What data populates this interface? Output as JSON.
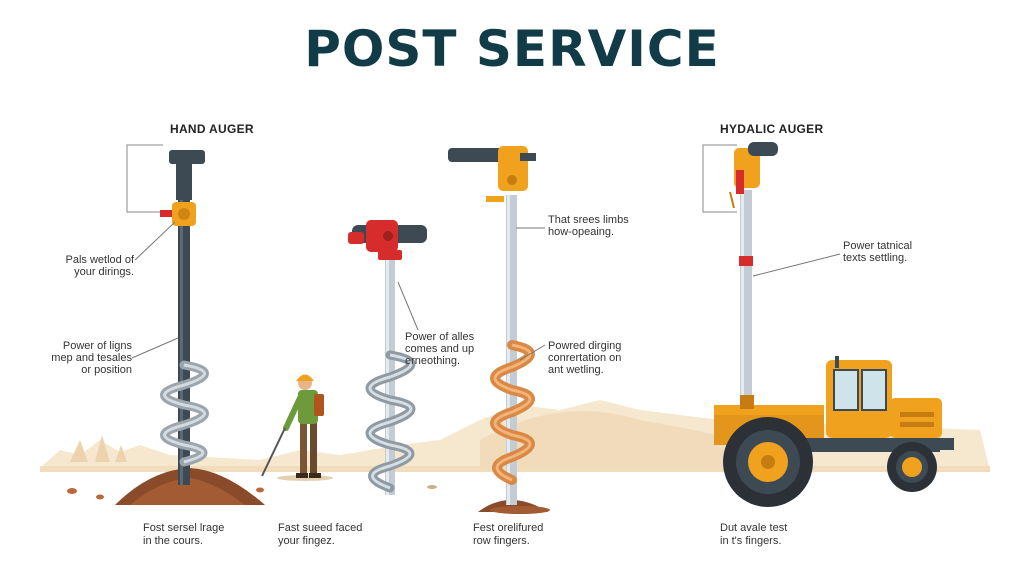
{
  "title": "POST SERVICE",
  "sections": {
    "hand_auger": {
      "heading": "HAND AUGER",
      "note_top": "Pals wetlod of\nyour dirings.",
      "note_mid": "Power of ligns\nmep and tesales\nor position",
      "caption": "Fost sersel lrage\nin the cours."
    },
    "two_man_auger": {
      "note": "Power of alles\ncomes and up\nerneothing.",
      "caption": "Fast sueed faced\nyour fingez."
    },
    "powered_auger": {
      "note_top": "That srees limbs\nhow-opeaing.",
      "note_mid": "Powred dirging\nconrertation on\nant wetling.",
      "caption": "Fest orelifured\nrow fingers."
    },
    "hydraulic_auger": {
      "heading": "HYDALIC AUGER",
      "note": "Power tatnical\ntexts settling.",
      "caption": "Dut avale test\nin t's fingers."
    }
  },
  "colors": {
    "title": "#123b48",
    "shaft_dark": "#3d4a54",
    "shaft_light": "#c4ccd3",
    "accent_orange": "#f0a21e",
    "accent_red": "#d62c2c",
    "auger_copper": "#d98945",
    "dirt": "#8a4b2a",
    "ground": "#f3e2c7"
  }
}
